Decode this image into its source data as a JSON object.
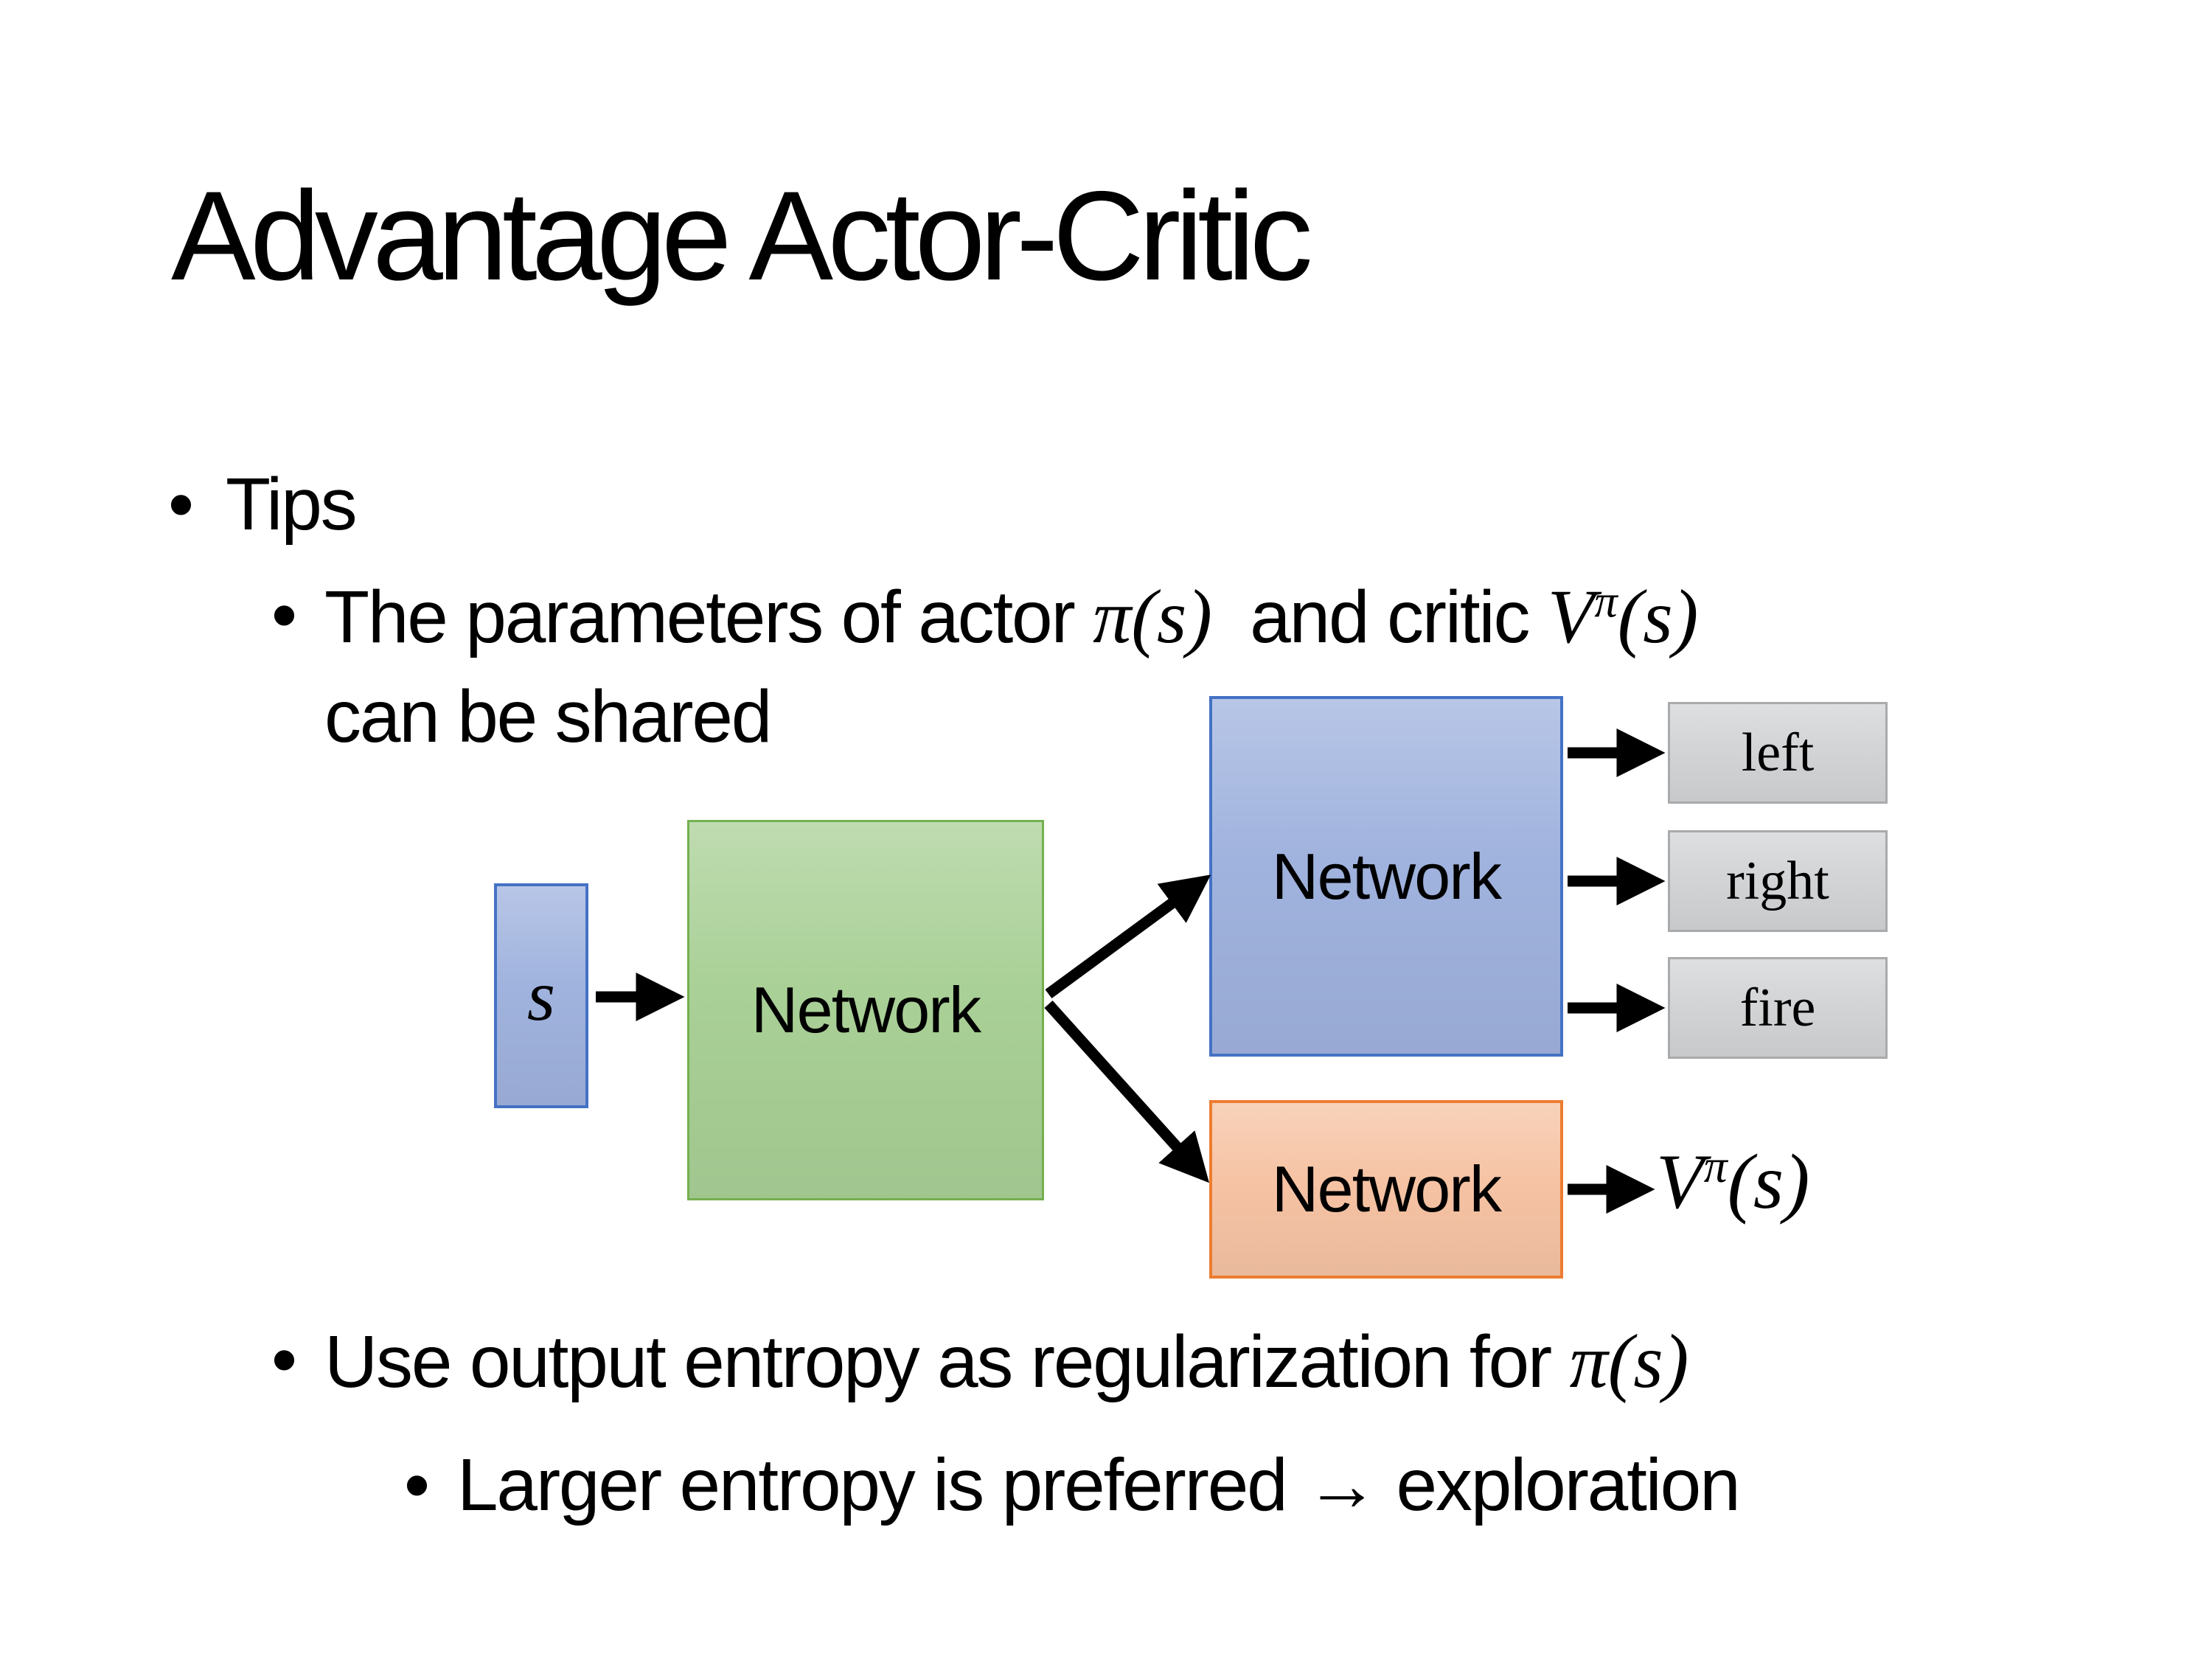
{
  "slide": {
    "title": "Advantage Actor-Critic",
    "bullet_char": "•",
    "tips": "Tips",
    "point1": {
      "pre": "The parameters of actor ",
      "math_pi": "π(s)",
      "mid": "  and critic ",
      "v_base": "V",
      "v_sup": "π",
      "v_args": "(s)",
      "line2": "can be shared"
    },
    "point2": {
      "pre": "Use output entropy as regularization for ",
      "math_pi": "π(s)"
    },
    "point3": "Larger entropy is preferred → exploration",
    "diagram": {
      "state": "s",
      "shared_net": "Network",
      "actor_net": "Network",
      "critic_net": "Network",
      "actions": [
        "left",
        "right",
        "fire"
      ],
      "v_base": "V",
      "v_sup": "π",
      "v_args": "(s)"
    },
    "colors": {
      "text": "#000000",
      "arrow": "#000000",
      "blue-fill": "#a0b3de",
      "blue-border": "#4472c4",
      "green-fill": "#a9d096",
      "green-border": "#74b050",
      "orange-fill": "#f6c3a4",
      "orange-border": "#ed7d31",
      "gray-fill": "#d2d4d6",
      "gray-border": "#a8aaac"
    }
  }
}
